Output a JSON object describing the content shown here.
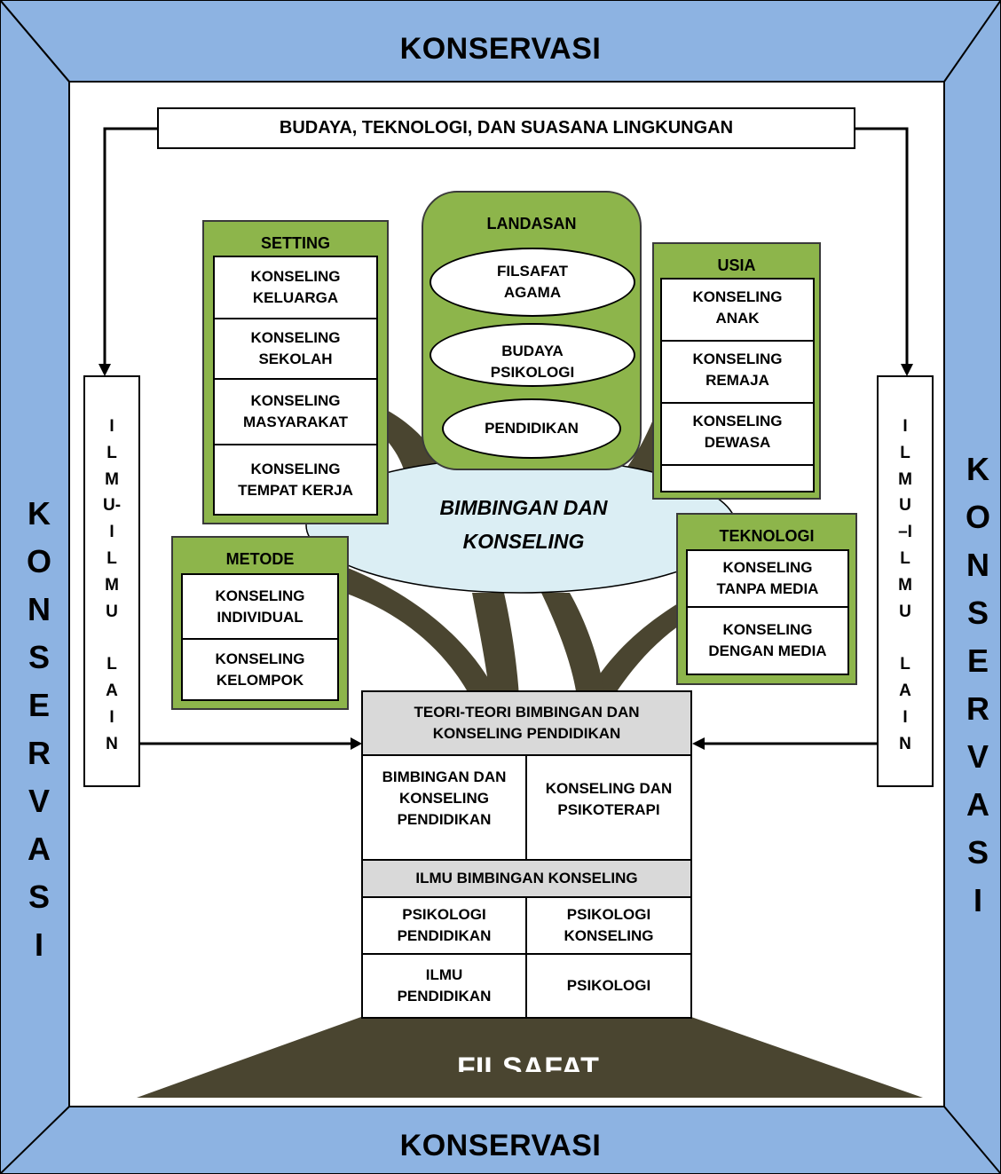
{
  "frame": {
    "top_label": "KONSERVASI",
    "bottom_label": "KONSERVASI",
    "left_letters": [
      "K",
      "O",
      "N",
      "S",
      "E",
      "R",
      "V",
      "A",
      "S",
      "I"
    ],
    "right_letters": [
      "K",
      "O",
      "N",
      "S",
      "E",
      "R",
      "V",
      "A",
      "S",
      "I"
    ],
    "border_color": "#8db3e2"
  },
  "context": {
    "label": "BUDAYA, TEKNOLOGI, DAN SUASANA LINGKUNGAN"
  },
  "side_columns": {
    "left": "I\nL\nM\nU-\nI\nL\nM\nU\n\nL\nA\nI\nN",
    "right": "I\nL\nM\nU\n–I\nL\nM\nU\n\nL\nA\nI\nN"
  },
  "center": {
    "line1": "BIMBINGAN DAN",
    "line2": "KONSELING",
    "color": "#dbeef4"
  },
  "landasan": {
    "title": "LANDASAN",
    "items": [
      "FILSAFAT\nAGAMA",
      "BUDAYA\nPSIKOLOGI",
      "PENDIDIKAN"
    ]
  },
  "setting": {
    "title": "SETTING",
    "items": [
      "KONSELING\nKELUARGA",
      "KONSELING\nSEKOLAH",
      "KONSELING\nMASYARAKAT",
      "KONSELING\nTEMPAT KERJA"
    ]
  },
  "usia": {
    "title": "USIA",
    "items": [
      "KONSELING\nANAK",
      "KONSELING\nREMAJA",
      "KONSELING\nDEWASA",
      ""
    ]
  },
  "metode": {
    "title": "METODE",
    "items": [
      "KONSELING\nINDIVIDUAL",
      "KONSELING\nKELOMPOK"
    ]
  },
  "teknologi": {
    "title": "TEKNOLOGI",
    "items": [
      "KONSELING\nTANPA MEDIA",
      "KONSELING\nDENGAN MEDIA"
    ]
  },
  "trunk": {
    "theory_header": "TEORI-TEORI BIMBINGAN DAN\nKONSELING PENDIDIKAN",
    "theory_cells": [
      "BIMBINGAN DAN\nKONSELING\nPENDIDIKAN",
      "KONSELING DAN\nPSIKOTERAPI"
    ],
    "science_header": "ILMU BIMBINGAN KONSELING",
    "science_cells": [
      "PSIKOLOGI\nPENDIDIKAN",
      "PSIKOLOGI\nKONSELING",
      "ILMU\nPENDIDIKAN",
      "PSIKOLOGI"
    ]
  },
  "base": {
    "label": "FILSAFAT",
    "color": "#4a4530"
  },
  "colors": {
    "green": "#8db54b",
    "roots": "#4a4530",
    "grey": "#d9d9d9"
  }
}
